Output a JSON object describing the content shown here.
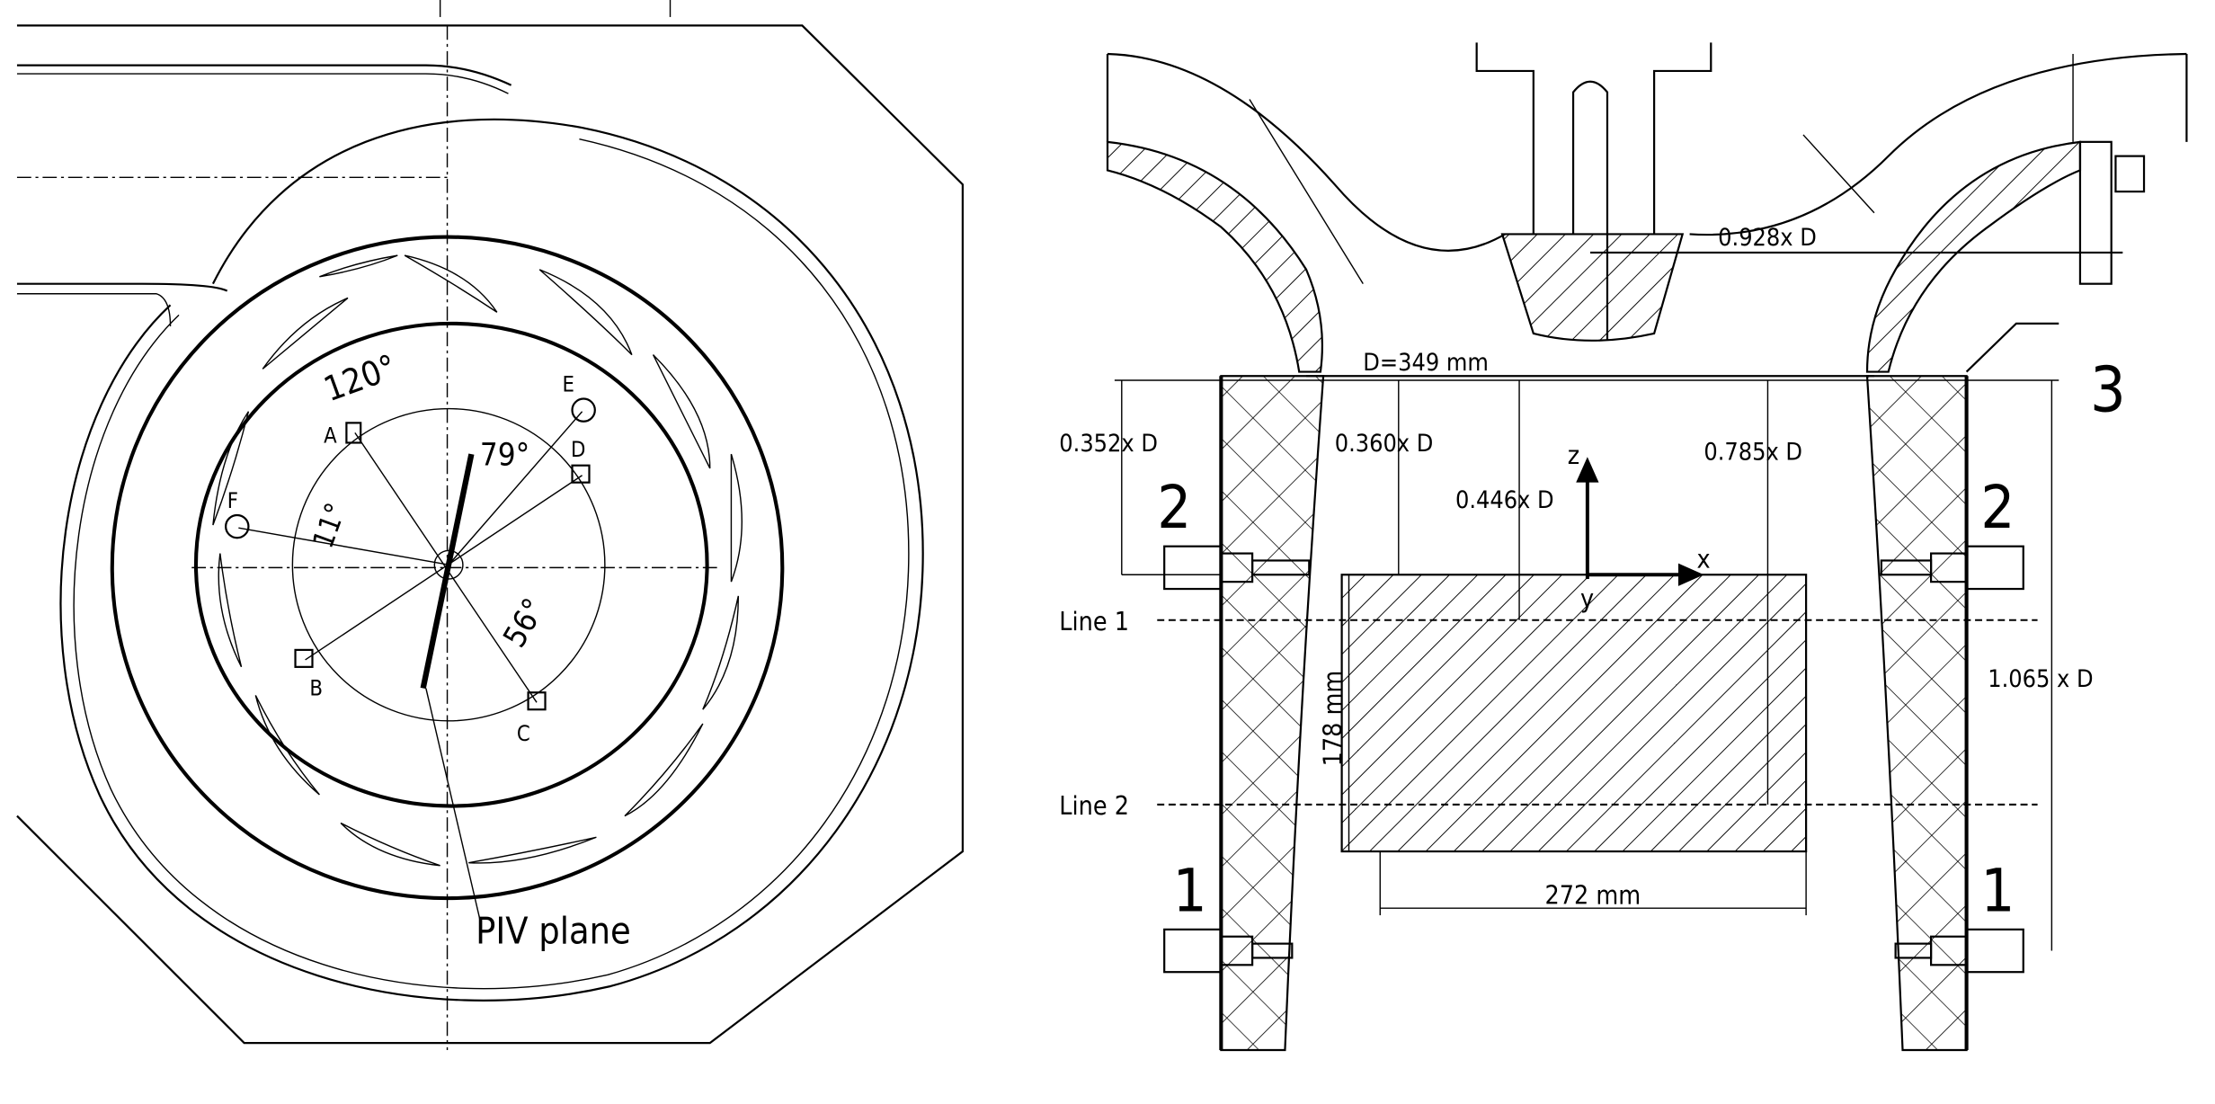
{
  "left_view": {
    "angles": {
      "a120": "120°",
      "a79": "79°",
      "a11": "11°",
      "a56": "56°"
    },
    "probes": {
      "A": "A",
      "B": "B",
      "C": "C",
      "D": "D",
      "E": "E",
      "F": "F"
    },
    "piv_label": "PIV plane"
  },
  "right_view": {
    "diameter": "D=349 mm",
    "dim_0928": "0.928x D",
    "dim_0352": "0.352x D",
    "dim_0360": "0.360x D",
    "dim_0446": "0.446x D",
    "dim_0785": "0.785x D",
    "dim_1065": "1.065 x D",
    "height_mm": "178 mm",
    "width_mm": "272 mm",
    "line1": "Line 1",
    "line2": "Line 2",
    "axis_z": "z",
    "axis_x": "x",
    "axis_y": "y",
    "marker_1_left": "1",
    "marker_1_right": "1",
    "marker_2_left": "2",
    "marker_2_right": "2",
    "marker_3": "3"
  }
}
